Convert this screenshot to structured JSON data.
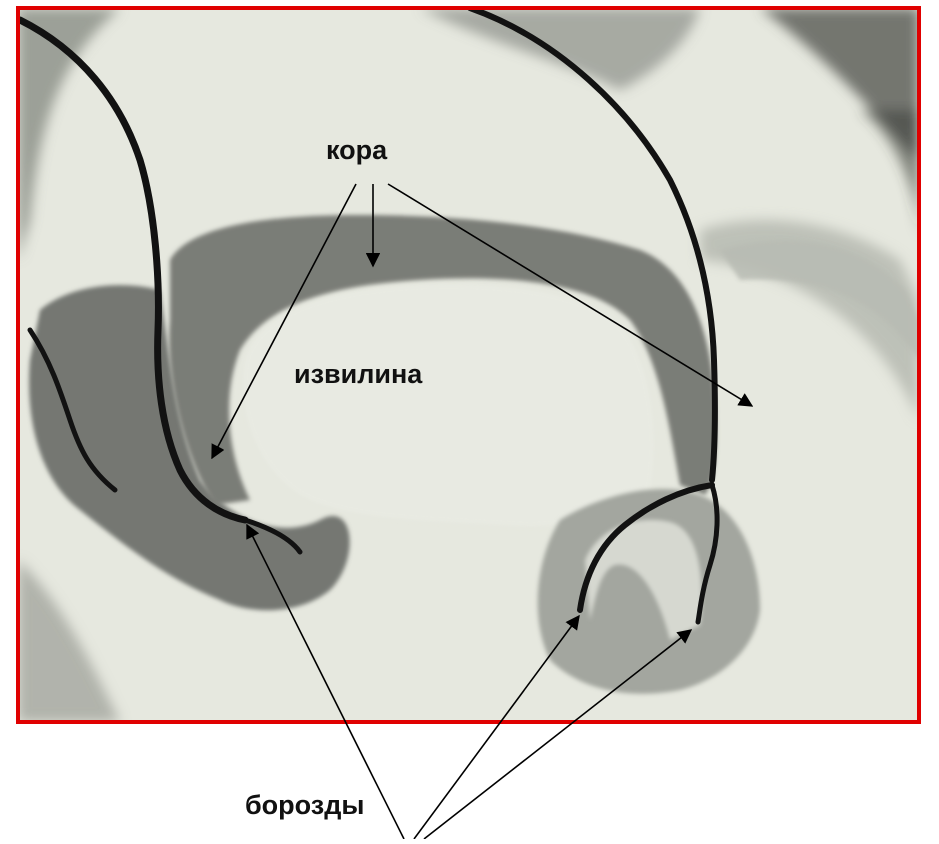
{
  "labels": {
    "cortex": "кора",
    "gyrus": "извилина",
    "sulci": "борозды"
  },
  "colors": {
    "frame": "#e00000",
    "paper": "#e6e8df",
    "white_matter": "#eef0e8",
    "gray_matter": "#6e716c",
    "gray_matter_light": "#9ea19b",
    "sulcus_line": "#121212",
    "arrow": "#000000",
    "label": "#111111"
  },
  "image": {
    "description_icon": "brain-section-illustration"
  }
}
